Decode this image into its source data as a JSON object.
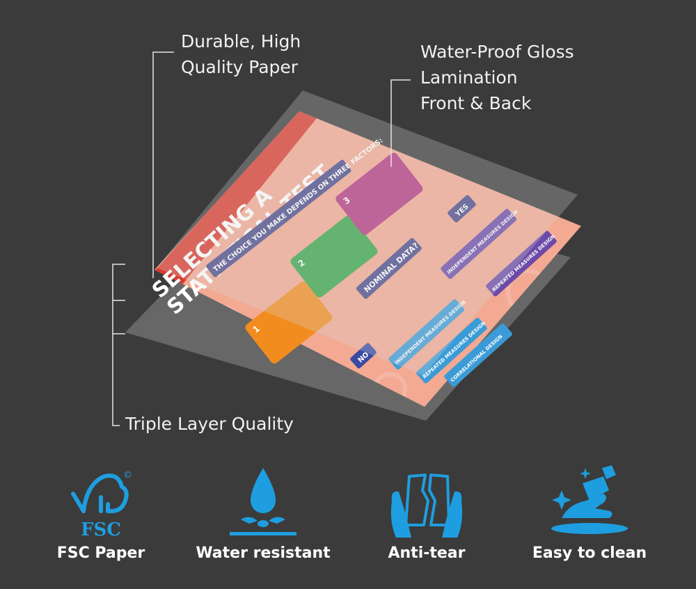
{
  "callouts": {
    "paper": [
      "Durable, High",
      "Quality Paper"
    ],
    "lamination": [
      "Water-Proof Gloss",
      "Lamination",
      "Front & Back"
    ],
    "triple": "Triple Layer Quality"
  },
  "poster": {
    "title_line1": "SELECTING A",
    "title_line2": "STATISTICAL TEST",
    "subtitle": "THE CHOICE YOU MAKE DEPENDS ON THREE FACTORS:",
    "nominal": "NOMINAL DATA?",
    "yes": "YES",
    "no": "NO",
    "step1": "1",
    "step2": "2",
    "step3": "3",
    "boxes": [
      "INDEPENDENT MEASURES DESIGN",
      "REPEATED MEASURES DESIGN",
      "INDEPENDENT MEASURES DESIGN",
      "REPEATED MEASURES DESIGN",
      "CORRELATIONAL DESIGN"
    ]
  },
  "features": [
    {
      "label": "FSC Paper",
      "icon": "fsc-tree-icon",
      "badge": "FSC",
      "mark": "©"
    },
    {
      "label": "Water resistant",
      "icon": "water-drop-icon"
    },
    {
      "label": "Anti-tear",
      "icon": "hands-tearing-paper-icon"
    },
    {
      "label": "Easy to clean",
      "icon": "spray-hand-clean-icon"
    }
  ],
  "colors": {
    "background": "#3b3b3b",
    "accent_blue": "#1e9ee0",
    "poster_red": "#d93b2f",
    "poster_peach": "#f3a992"
  }
}
